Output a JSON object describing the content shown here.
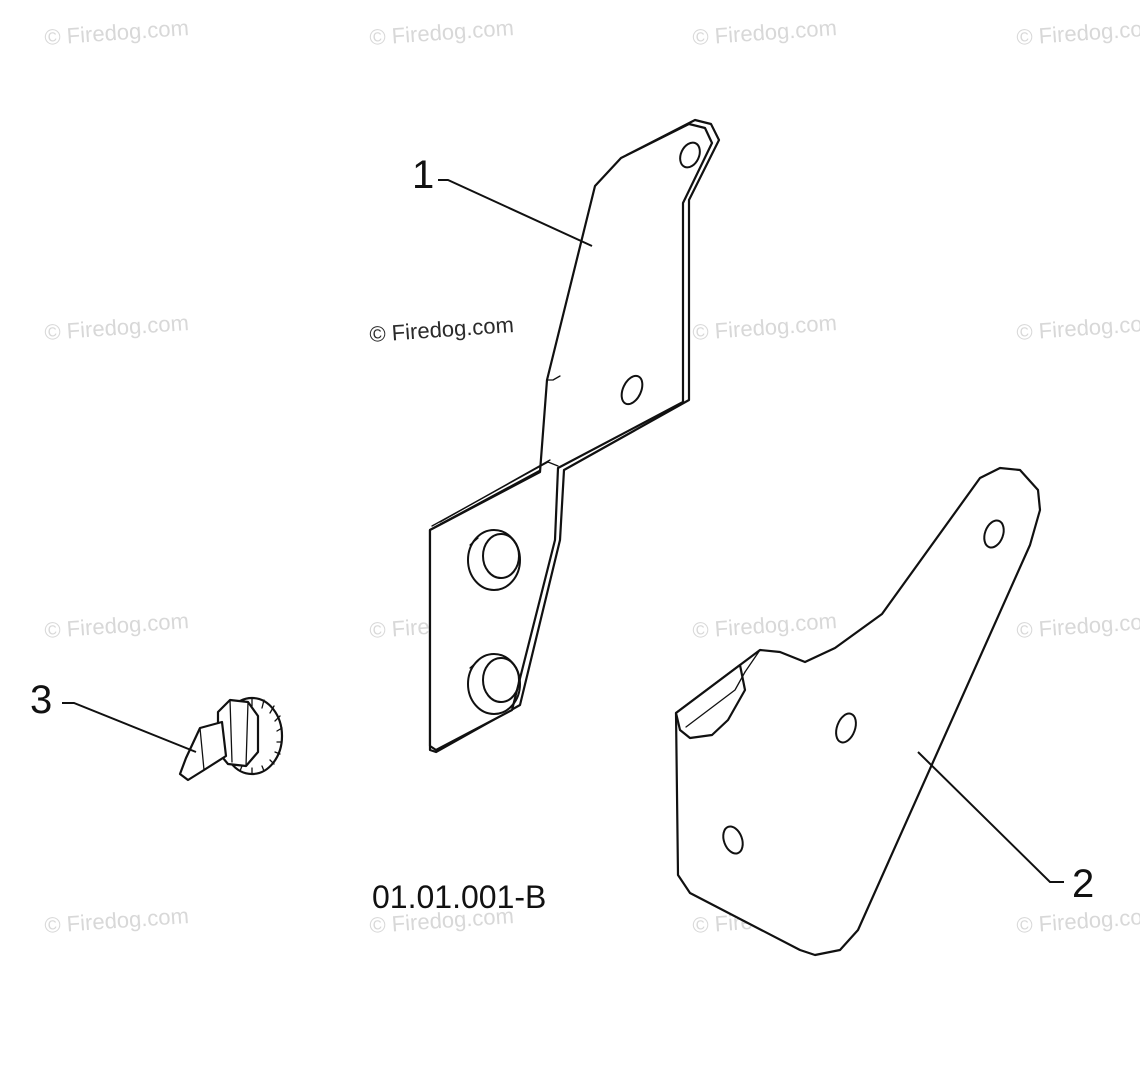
{
  "watermark": {
    "text": "© Firedog.com",
    "color": "#d8d8d8"
  },
  "watermark_dark": {
    "text": "© Firedog.com"
  },
  "callouts": [
    {
      "label": "1"
    },
    {
      "label": "2"
    },
    {
      "label": "3"
    }
  ],
  "figure_code": "01.01.001-B",
  "colors": {
    "background": "#ffffff",
    "line": "#111111"
  }
}
